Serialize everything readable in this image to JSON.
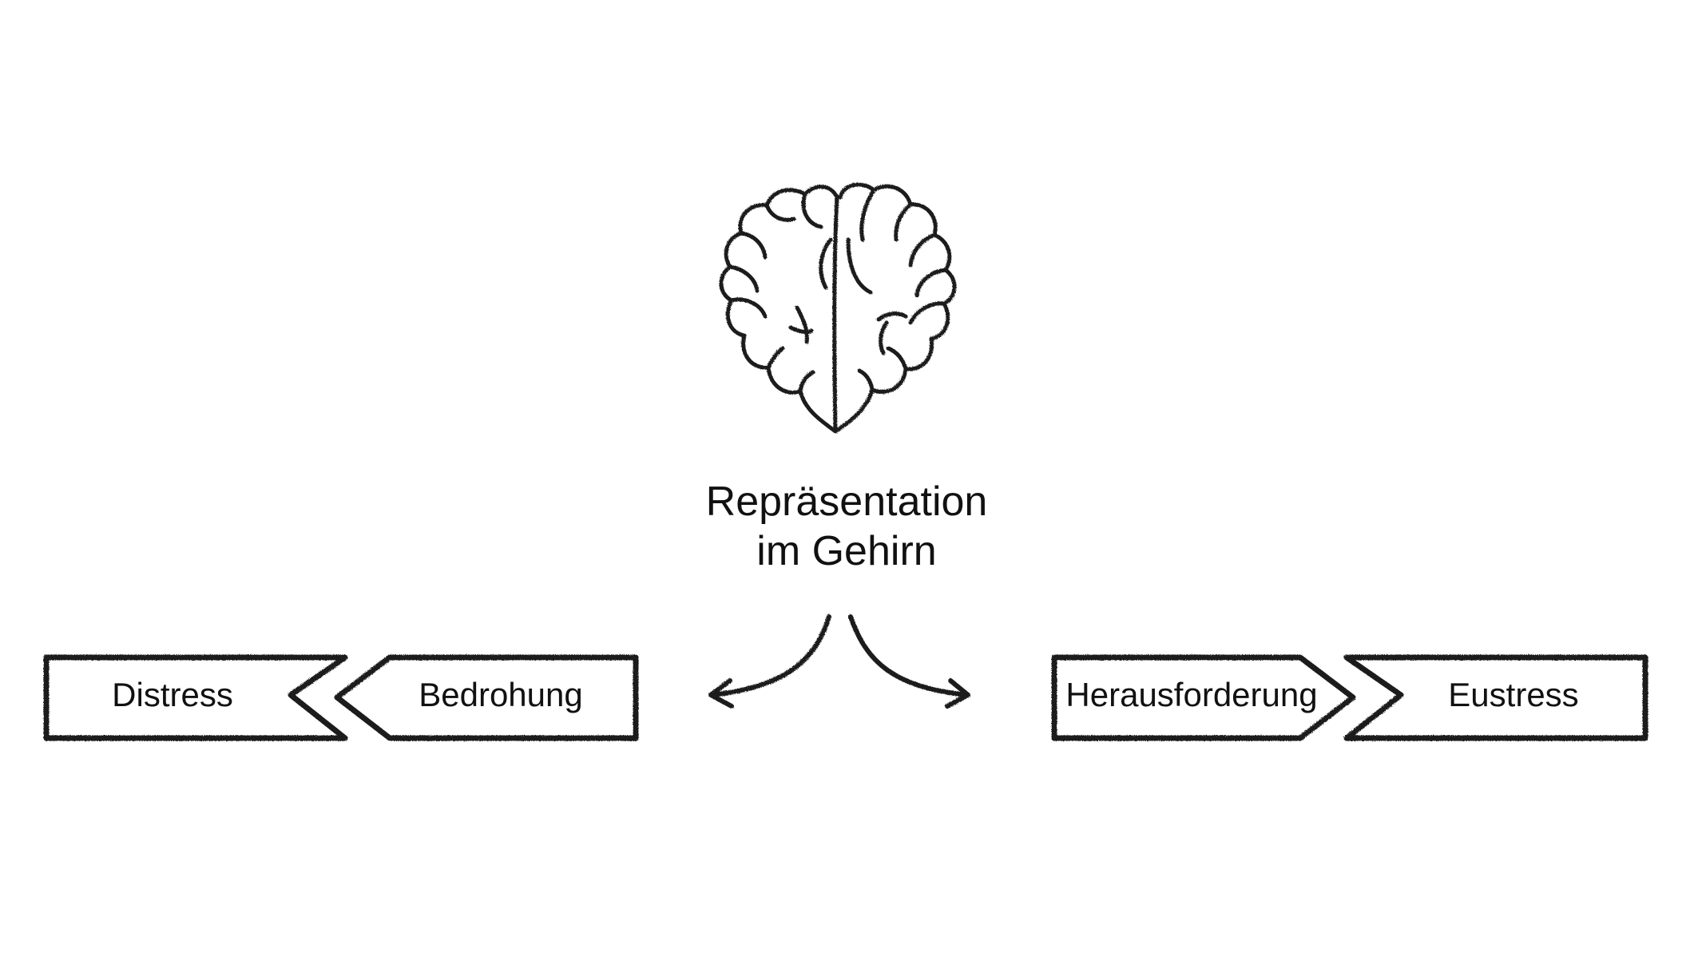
{
  "center": {
    "title_line1": "Repräsentation",
    "title_line2": "im Gehirn",
    "icon": "brain-icon"
  },
  "left_path": {
    "arrow_icon": "curved-arrow-left-icon",
    "items": [
      {
        "label": "Distress"
      },
      {
        "label": "Bedrohung"
      }
    ]
  },
  "right_path": {
    "arrow_icon": "curved-arrow-right-icon",
    "items": [
      {
        "label": "Herausforderung"
      },
      {
        "label": "Eustress"
      }
    ]
  },
  "colors": {
    "ink": "#1c1c1c",
    "background": "#ffffff"
  }
}
